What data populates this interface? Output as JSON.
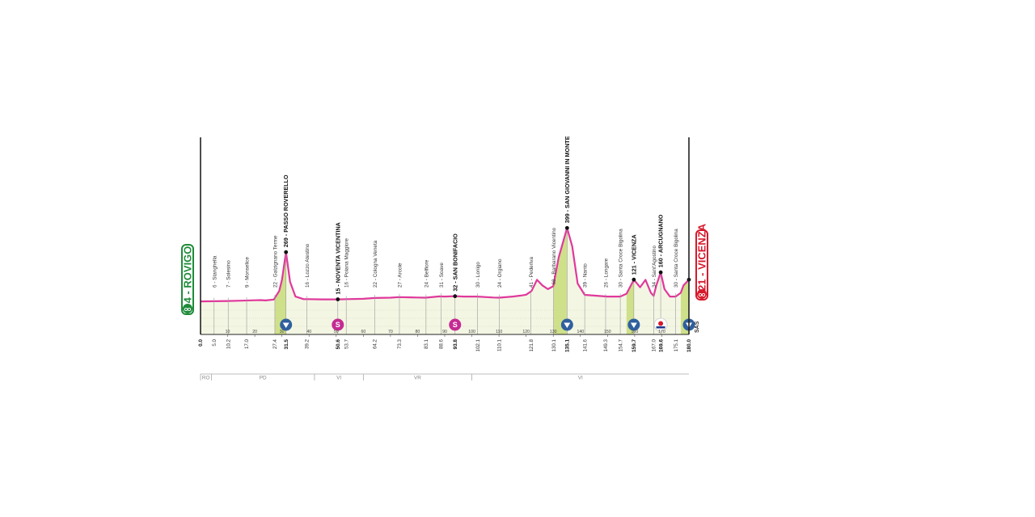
{
  "chart_data": {
    "type": "area",
    "xlim": [
      0,
      180
    ],
    "ylim": [
      0,
      420
    ],
    "profile": [
      [
        0,
        4
      ],
      [
        5,
        5
      ],
      [
        10,
        6
      ],
      [
        15,
        8
      ],
      [
        20,
        10
      ],
      [
        22,
        11
      ],
      [
        24,
        9
      ],
      [
        27,
        14
      ],
      [
        29,
        60
      ],
      [
        30,
        120
      ],
      [
        31.5,
        269
      ],
      [
        33,
        110
      ],
      [
        35,
        30
      ],
      [
        38,
        16
      ],
      [
        39.2,
        16
      ],
      [
        45,
        15
      ],
      [
        50.6,
        15
      ],
      [
        54,
        16
      ],
      [
        60,
        18
      ],
      [
        64,
        22
      ],
      [
        70,
        24
      ],
      [
        73,
        27
      ],
      [
        80,
        25
      ],
      [
        83,
        24
      ],
      [
        88,
        31
      ],
      [
        90,
        30
      ],
      [
        93.8,
        32
      ],
      [
        97,
        30
      ],
      [
        102,
        30
      ],
      [
        108,
        25
      ],
      [
        110,
        24
      ],
      [
        115,
        30
      ],
      [
        118,
        35
      ],
      [
        120,
        40
      ],
      [
        122,
        60
      ],
      [
        124,
        120
      ],
      [
        126,
        90
      ],
      [
        128,
        70
      ],
      [
        130,
        85
      ],
      [
        132,
        240
      ],
      [
        135.1,
        399
      ],
      [
        137,
        300
      ],
      [
        139,
        100
      ],
      [
        141.6,
        39
      ],
      [
        145,
        35
      ],
      [
        150,
        30
      ],
      [
        154.7,
        30
      ],
      [
        157,
        45
      ],
      [
        159.7,
        121
      ],
      [
        162,
        80
      ],
      [
        164,
        120
      ],
      [
        166,
        50
      ],
      [
        167,
        34
      ],
      [
        168,
        90
      ],
      [
        169.6,
        160
      ],
      [
        171,
        70
      ],
      [
        173,
        30
      ],
      [
        175.1,
        30
      ],
      [
        177,
        50
      ],
      [
        178,
        90
      ],
      [
        180,
        121
      ]
    ],
    "ticks": [
      0,
      10,
      20,
      30,
      40,
      50,
      60,
      70,
      80,
      90,
      100,
      110,
      120,
      130,
      140,
      150,
      160,
      170,
      180
    ],
    "places": [
      {
        "km": 5.0,
        "km_label": "5.0",
        "label": "6 - Stanghella",
        "bold": false,
        "alt": 6
      },
      {
        "km": 10.2,
        "km_label": "10.2",
        "label": "7 - Solesino",
        "bold": false,
        "alt": 7
      },
      {
        "km": 17.0,
        "km_label": "17.0",
        "label": "9 - Monselice",
        "bold": false,
        "alt": 9
      },
      {
        "km": 27.4,
        "km_label": "27.4",
        "label": "22 - Galzignano Terme",
        "bold": false,
        "alt": 22
      },
      {
        "km": 31.5,
        "km_label": "31.5",
        "label": "269 - PASSO ROVERELLO",
        "bold": true,
        "alt": 269,
        "dot": true
      },
      {
        "km": 39.2,
        "km_label": "39.2",
        "label": "16 - Lozzo Atestino",
        "bold": false,
        "alt": 16
      },
      {
        "km": 50.6,
        "km_label": "50.6",
        "label": "15 - NOVENTA VICENTINA",
        "bold": true,
        "alt": 15,
        "dot": true
      },
      {
        "km": 53.7,
        "km_label": "53.7",
        "label": "16 - Poiana Maggiore",
        "bold": false,
        "alt": 16
      },
      {
        "km": 64.2,
        "km_label": "64.2",
        "label": "22 - Cologna Veneta",
        "bold": false,
        "alt": 22
      },
      {
        "km": 73.3,
        "km_label": "73.3",
        "label": "27 - Arcole",
        "bold": false,
        "alt": 27
      },
      {
        "km": 83.1,
        "km_label": "83.1",
        "label": "24 - Belfiore",
        "bold": false,
        "alt": 24
      },
      {
        "km": 88.6,
        "km_label": "88.6",
        "label": "31 - Soave",
        "bold": false,
        "alt": 31
      },
      {
        "km": 93.8,
        "km_label": "93.8",
        "label": "32 - SAN BONIFACIO",
        "bold": true,
        "alt": 32,
        "dot": true
      },
      {
        "km": 102.1,
        "km_label": "102.1",
        "label": "30 - Lonigo",
        "bold": false,
        "alt": 30
      },
      {
        "km": 110.1,
        "km_label": "110.1",
        "label": "24 - Orgiano",
        "bold": false,
        "alt": 24
      },
      {
        "km": 121.8,
        "km_label": "121.8",
        "label": "41 - Pederiva",
        "bold": false,
        "alt": 41
      },
      {
        "km": 130.1,
        "km_label": "130.1",
        "label": "68 - Barbarano Vicentino",
        "bold": false,
        "alt": 68
      },
      {
        "km": 135.1,
        "km_label": "135.1",
        "label": "399 - SAN GIOVANNI IN MONTE",
        "bold": true,
        "alt": 399,
        "dot": true
      },
      {
        "km": 141.6,
        "km_label": "141.6",
        "label": "39 - Nanto",
        "bold": false,
        "alt": 39
      },
      {
        "km": 149.3,
        "km_label": "149.3",
        "label": "26 - Longare",
        "bold": false,
        "alt": 26
      },
      {
        "km": 154.7,
        "km_label": "154.7",
        "label": "30 - Santa Croce Bigolina",
        "bold": false,
        "alt": 30
      },
      {
        "km": 159.7,
        "km_label": "159.7",
        "label": "121 - VICENZA",
        "bold": true,
        "alt": 121,
        "dot": true
      },
      {
        "km": 167.0,
        "km_label": "167.0",
        "label": "34 - Sant'Agostino",
        "bold": false,
        "alt": 34
      },
      {
        "km": 169.6,
        "km_label": "169.6",
        "label": "160 - ARCUGNANO",
        "bold": true,
        "alt": 160,
        "dot": true
      },
      {
        "km": 175.1,
        "km_label": "175.1",
        "label": "30 - Santa Croce Bigolina",
        "bold": false,
        "alt": 30
      }
    ],
    "start": {
      "km_label": "0.0",
      "label": "4 - ROVIGO",
      "alt": 4,
      "color": "#1e8b3a"
    },
    "finish": {
      "km_label": "180.0",
      "label": "121 - VICENZA",
      "alt": 121,
      "color": "#d7192b"
    },
    "climbs": [
      {
        "from": 27.4,
        "to": 31.5,
        "color": "#cfe08a"
      },
      {
        "from": 130.1,
        "to": 135.1,
        "color": "#cfe08a"
      },
      {
        "from": 157,
        "to": 159.7,
        "color": "#cfe08a"
      },
      {
        "from": 177,
        "to": 180,
        "color": "#cfe08a"
      }
    ],
    "markers": [
      {
        "km": 31.5,
        "type": "gpm",
        "color": "#2f5f9e"
      },
      {
        "km": 50.6,
        "type": "sprint",
        "color": "#c42a93",
        "text": "S"
      },
      {
        "km": 93.8,
        "type": "sprint",
        "color": "#c42a93",
        "text": "S"
      },
      {
        "km": 135.1,
        "type": "gpm",
        "color": "#2f5f9e"
      },
      {
        "km": 159.7,
        "type": "gpm",
        "color": "#2f5f9e"
      },
      {
        "km": 169.6,
        "type": "redbull",
        "color": "#d7192b"
      },
      {
        "km": 180,
        "type": "gpm",
        "color": "#2f5f9e"
      }
    ],
    "provinces": [
      {
        "from": 0,
        "to": 4,
        "label": "RO"
      },
      {
        "from": 4,
        "to": 42,
        "label": "PD"
      },
      {
        "from": 42,
        "to": 60,
        "label": "VI"
      },
      {
        "from": 60,
        "to": 100,
        "label": "VR"
      },
      {
        "from": 100,
        "to": 180,
        "label": "VI"
      }
    ],
    "profile_color": "#e0389c",
    "fill_color": "#f4f6e4",
    "finish_sign": "SAS"
  }
}
